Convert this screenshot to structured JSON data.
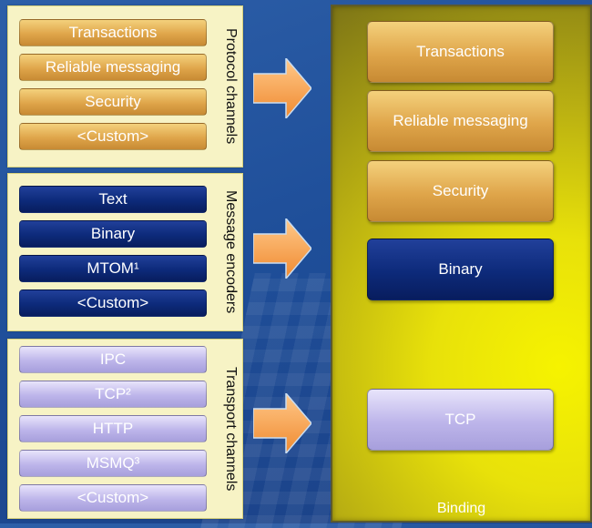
{
  "protocol": {
    "title": "Protocol channels",
    "items": [
      "Transactions",
      "Reliable messaging",
      "Security",
      "<Custom>"
    ]
  },
  "encoders": {
    "title": "Message encoders",
    "items": [
      "Text",
      "Binary",
      "MTOM¹",
      "<Custom>"
    ]
  },
  "transport": {
    "title": "Transport channels",
    "items": [
      "IPC",
      "TCP²",
      "HTTP",
      "MSMQ³",
      "<Custom>"
    ]
  },
  "binding": {
    "label": "Binding",
    "items": [
      "Transactions",
      "Reliable messaging",
      "Security",
      "Binary",
      "TCP"
    ]
  },
  "colors": {
    "orange": "#dfa54a",
    "navy": "#0d2a7a",
    "lavender": "#bdb5ea",
    "panel": "#f7f3c5",
    "binding": "#e8e10a",
    "arrow": "#f4a55a"
  }
}
